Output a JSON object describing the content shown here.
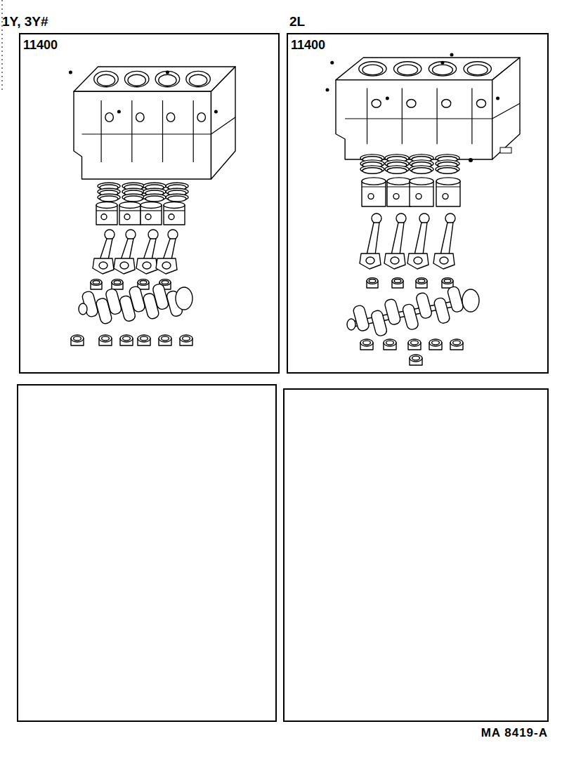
{
  "diagram": {
    "nodes": [
      {
        "text": [
          "1Y, 3Y#",
          "11400"
        ]
      },
      {
        "text": [
          "2L",
          "11400"
        ]
      }
    ],
    "labels": [
      "MA 8419-A"
    ]
  }
}
